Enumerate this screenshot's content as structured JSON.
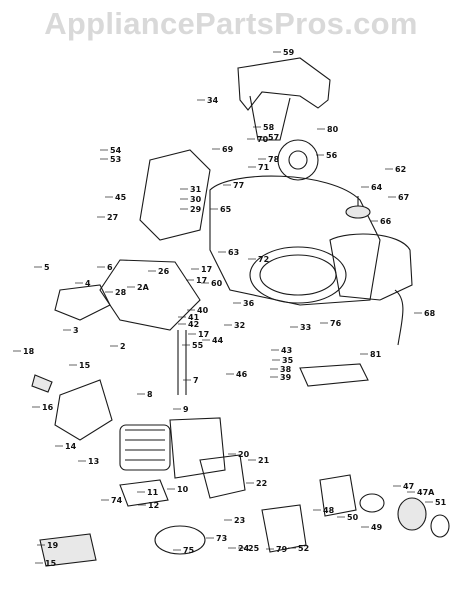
{
  "watermark": "AppliancePartsPros.com",
  "callouts": [
    "59",
    "80",
    "34",
    "58",
    "57",
    "70",
    "56",
    "78",
    "54",
    "53",
    "31",
    "30",
    "29",
    "45",
    "27",
    "69",
    "71",
    "77",
    "62",
    "64",
    "67",
    "66",
    "65",
    "63",
    "72",
    "76",
    "5",
    "6",
    "4",
    "28",
    "3",
    "2A",
    "2",
    "26",
    "17",
    "17",
    "60",
    "40",
    "41",
    "42",
    "17",
    "55",
    "44",
    "36",
    "32",
    "33",
    "68",
    "43",
    "35",
    "38",
    "39",
    "46",
    "81",
    "18",
    "15",
    "16",
    "7",
    "14",
    "8",
    "9",
    "13",
    "20",
    "21",
    "74",
    "11",
    "10",
    "22",
    "19",
    "12",
    "23",
    "73",
    "24",
    "25",
    "79",
    "52",
    "48",
    "50",
    "49",
    "47",
    "47A",
    "51",
    "15",
    "75",
    "36"
  ]
}
